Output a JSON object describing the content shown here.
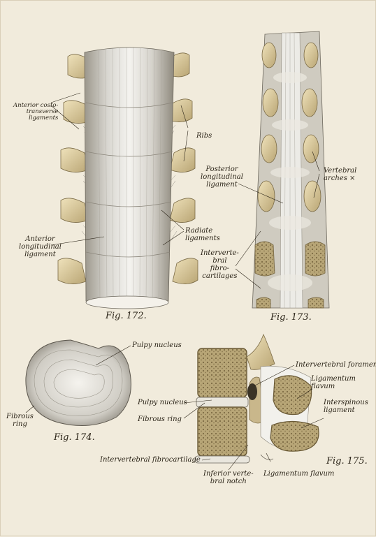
{
  "figures": {
    "fig172": {
      "caption": "Fig. 172.",
      "labels": {
        "anterior_costotransverse": [
          "Anterior costo-",
          "transverse",
          "ligaments"
        ],
        "ribs": "Ribs",
        "anterior_longitudinal": [
          "Anterior",
          "longitudinal",
          "ligament"
        ],
        "radiate": [
          "Radiate",
          "ligaments"
        ]
      }
    },
    "fig173": {
      "caption": "Fig. 173.",
      "labels": {
        "posterior_longitudinal": [
          "Posterior",
          "longitudinal",
          "ligament"
        ],
        "vertebral_arches": [
          "Vertebral",
          "arches ×"
        ],
        "intervertebral_fibrocartilages": [
          "Interverte-",
          "bral",
          "fibro-",
          "cartilages"
        ]
      }
    },
    "fig174": {
      "caption": "Fig. 174.",
      "labels": {
        "pulpy_nucleus": "Pulpy nucleus",
        "fibrous_ring": [
          "Fibrous",
          "ring"
        ]
      }
    },
    "fig175": {
      "caption": "Fig. 175.",
      "labels": {
        "intervertebral_foramen": "Intervertebral foramen",
        "ligamentum_flavum_top": [
          "Ligamentum",
          "flavum"
        ],
        "interspinous": [
          "Interspinous",
          "ligament"
        ],
        "pulpy_nucleus": "Pulpy nucleus",
        "fibrous_ring": "Fibrous ring",
        "intervertebral_fibrocartilage": "Intervertebral fibrocartilage",
        "inferior_notch": [
          "Inferior verte-",
          "bral notch"
        ],
        "ligamentum_flavum_bottom": "Ligamentum flavum"
      }
    }
  },
  "colors": {
    "bone": "#d8c89c",
    "ligament": "#e4e2dc",
    "marrow": "#a89668",
    "paper": "#f1ebdc"
  }
}
